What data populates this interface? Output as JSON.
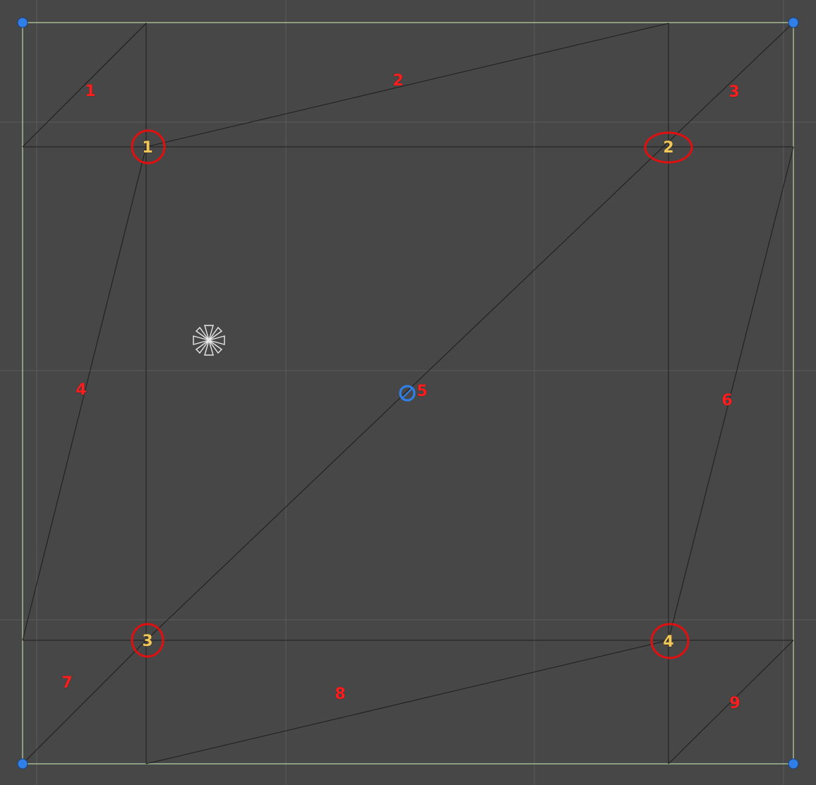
{
  "scene": {
    "background_color": "#474747",
    "grid_color": "#5b5b5b",
    "rect_outline_color": "#b9d6a8",
    "mesh_line_color": "#1c1c1c",
    "label_color": "#ff1e1e",
    "border_label_color": "#f2c75a",
    "marker_color": "#e01010",
    "handle_color": "#2f7fe6"
  },
  "region_labels": [
    "1",
    "2",
    "3",
    "4",
    "5",
    "6",
    "7",
    "8",
    "9"
  ],
  "border_points": [
    "1",
    "2",
    "3",
    "4"
  ],
  "icons": {
    "corner_handle": "rect-corner-handle",
    "pivot": "pivot-handle",
    "cursor": "move-cursor-icon"
  }
}
